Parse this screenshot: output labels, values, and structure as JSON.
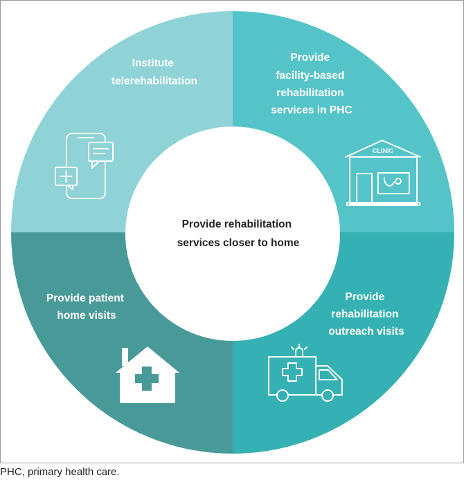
{
  "center": {
    "line1": "Provide rehabilitation",
    "line2": "services closer to home"
  },
  "segments": {
    "top_left": {
      "lines": [
        "Institute",
        "telerehabilitation"
      ],
      "color": "#8fd3d7",
      "icon": "phone-chat-icon"
    },
    "top_right": {
      "lines": [
        "Provide",
        "facility-based",
        "rehabilitation",
        "services in PHC"
      ],
      "color": "#55c4c9",
      "icon": "clinic-icon",
      "icon_text": "CLINIC"
    },
    "bottom_left": {
      "lines": [
        "Provide patient",
        "home visits"
      ],
      "color": "#489a99",
      "icon": "house-cross-icon"
    },
    "bottom_right": {
      "lines": [
        "Provide",
        "rehabilitation",
        "outreach visits"
      ],
      "color": "#36b1b3",
      "icon": "ambulance-icon"
    }
  },
  "footnote": "PHC, primary health care."
}
